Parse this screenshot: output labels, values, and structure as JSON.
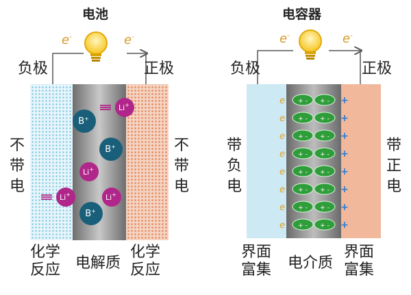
{
  "battery": {
    "title": "电池",
    "electron_left": "e",
    "electron_right": "e",
    "electron_sup": "-",
    "neg_label": "负极",
    "pos_label": "正极",
    "left_side": "不带电",
    "right_side": "不带电",
    "bottom_left": "化学反应",
    "bottom_mid": "电解质",
    "bottom_right": "化学反应",
    "ion_li": "Li",
    "ion_b": "B",
    "ion_sup": "+"
  },
  "capacitor": {
    "title": "电容器",
    "electron_left": "e",
    "electron_right": "e",
    "electron_sup": "-",
    "neg_label": "负极",
    "pos_label": "正极",
    "left_side": "带负电",
    "right_side": "带正电",
    "bottom_left": "界面富集",
    "bottom_mid": "电介质",
    "bottom_right": "界面富集",
    "dipole_text": "+ -",
    "plate_charge": "+",
    "plate_electron": "e"
  },
  "colors": {
    "bulb": "#f7c51e",
    "li_ion": "#b0268a",
    "b_ion": "#1a5f7a",
    "electrolyte": "#8e8e8e",
    "left_electrode": "#cfe9f2",
    "right_electrode": "#f1b79a",
    "dielectric": "#888888",
    "dipole": "#2f9e3a",
    "electron_text": "#e0a020"
  }
}
